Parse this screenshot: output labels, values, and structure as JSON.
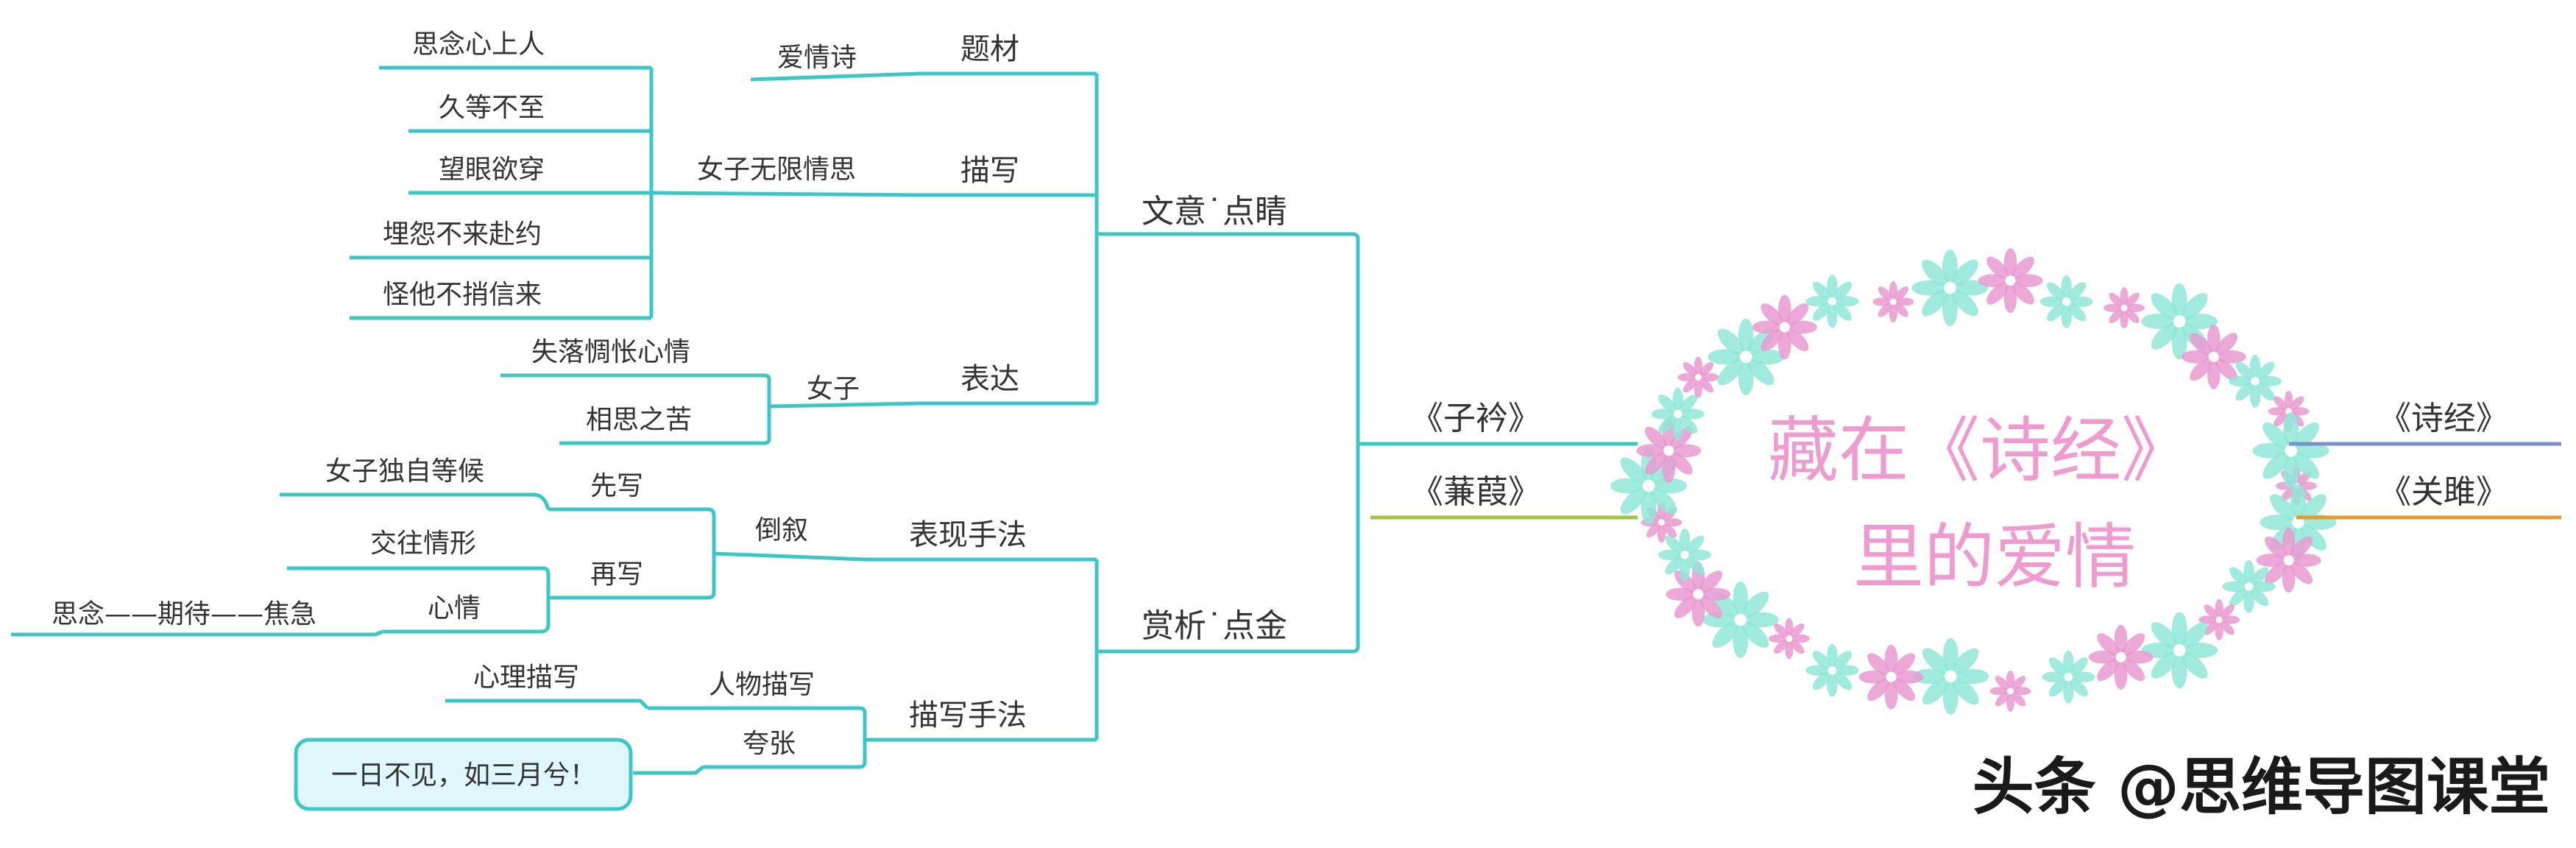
{
  "colors": {
    "teal": "#3cc7c7",
    "blue": "#7b8fc9",
    "orange": "#e89a2a",
    "green": "#9cc63b",
    "pink": "#e99ad0",
    "mint": "#8fe8d8",
    "title": "#ef9bd0"
  },
  "center": {
    "line1": "藏在《诗经》",
    "line2": "里的爱情"
  },
  "right_branches": {
    "shijing": "《诗经》",
    "guanju": "《关雎》"
  },
  "left_branches": {
    "zijin": "《子衿》",
    "jianjia": "《蒹葭》"
  },
  "wenyi": {
    "label": "文意˙点睛",
    "ticai": {
      "label": "题材",
      "child": "爱情诗"
    },
    "miaoxie": {
      "label": "描写",
      "child": "女子无限情思",
      "leaves": [
        "思念心上人",
        "久等不至",
        "望眼欲穿",
        "埋怨不来赴约",
        "怪他不捎信来"
      ]
    },
    "biaoda": {
      "label": "表达",
      "child": "女子",
      "leaves": [
        "失落惆怅心情",
        "相思之苦"
      ]
    }
  },
  "shangxi": {
    "label": "赏析˙点金",
    "biaoxian": {
      "label": "表现手法",
      "daoxu": "倒叙",
      "xianxie": {
        "label": "先写",
        "leaf": "女子独自等候"
      },
      "zaixie": {
        "label": "再写",
        "leaf": "交往情形",
        "xinqing": {
          "label": "心情",
          "leaf": "思念——期待——焦急"
        }
      }
    },
    "miaoxiefa": {
      "label": "描写手法",
      "renwu": {
        "label": "人物描写",
        "leaf": "心理描写"
      },
      "kuazhang": {
        "label": "夸张",
        "quote": "一日不见，如三月兮！"
      }
    }
  },
  "watermark": "头条 @思维导图课堂"
}
